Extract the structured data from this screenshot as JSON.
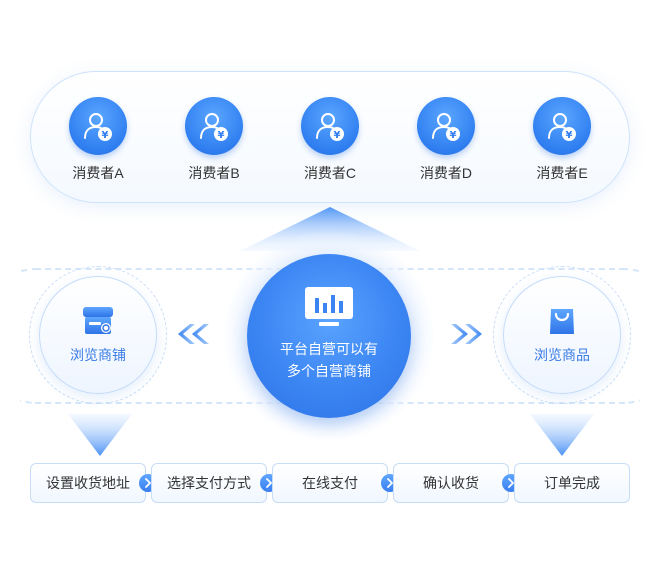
{
  "consumers": [
    {
      "label": "消费者A"
    },
    {
      "label": "消费者B"
    },
    {
      "label": "消费者C"
    },
    {
      "label": "消费者D"
    },
    {
      "label": "消费者E"
    }
  ],
  "left_node": {
    "label": "浏览商铺",
    "icon": "shop-icon"
  },
  "right_node": {
    "label": "浏览商品",
    "icon": "shopping-bag-icon"
  },
  "center_node": {
    "icon": "chart-monitor-icon",
    "line1": "平台自营可以有",
    "line2": "多个自营商铺"
  },
  "steps": [
    {
      "label": "设置收货地址"
    },
    {
      "label": "选择支付方式"
    },
    {
      "label": "在线支付"
    },
    {
      "label": "确认收货"
    },
    {
      "label": "订单完成"
    }
  ],
  "colors": {
    "accent": "#3b85f3",
    "accent_light": "#5aa6ff",
    "border": "#c7dcf7",
    "side_text": "#3a7ce6"
  }
}
